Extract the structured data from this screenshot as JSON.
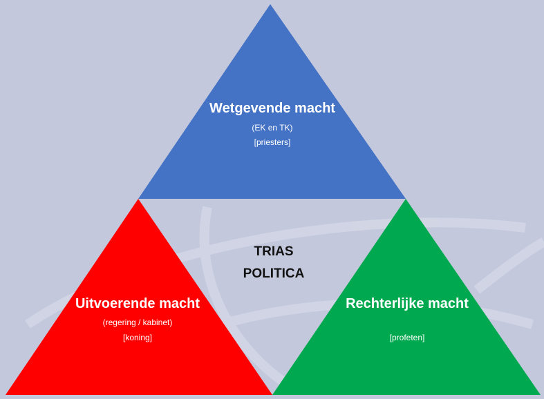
{
  "center_label": {
    "line1": "TRIAS",
    "line2": "POLITICA"
  },
  "top_triangle": {
    "title": "Wetgevende macht",
    "line1": "(EK en TK)",
    "line2": "[priesters]",
    "color": "#4472c4"
  },
  "left_triangle": {
    "title": "Uitvoerende macht",
    "line1": "(regering / kabinet)",
    "line2": "[koning]",
    "color": "#ff0000"
  },
  "right_triangle": {
    "title": "Rechterlijke macht",
    "line2": "[profeten]",
    "color": "#00a94f"
  },
  "background_color": "#c3c8dc"
}
